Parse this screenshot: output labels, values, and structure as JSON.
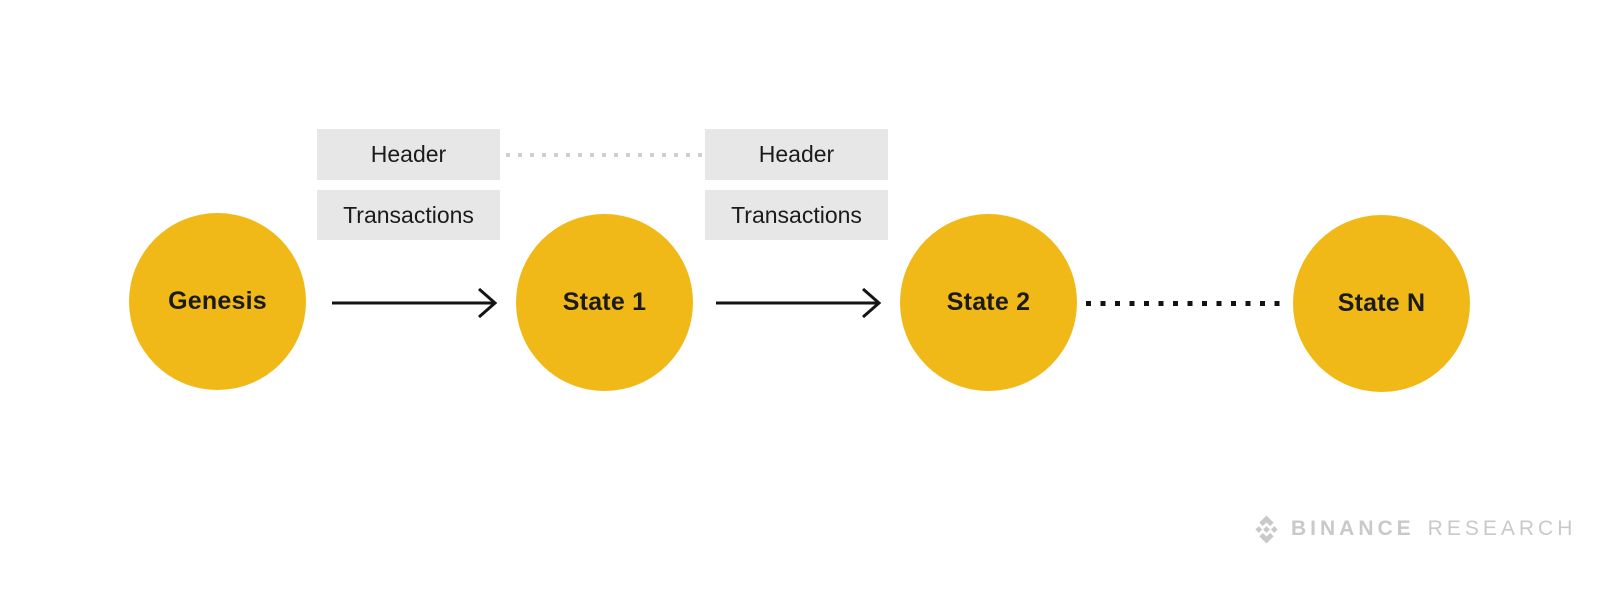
{
  "diagram": {
    "nodes": [
      {
        "id": "genesis",
        "label": "Genesis"
      },
      {
        "id": "state-1",
        "label": "State 1"
      },
      {
        "id": "state-2",
        "label": "State 2"
      },
      {
        "id": "state-n",
        "label": "State N"
      }
    ],
    "blocks": [
      {
        "header": "Header",
        "transactions": "Transactions"
      },
      {
        "header": "Header",
        "transactions": "Transactions"
      }
    ],
    "connectors": [
      {
        "type": "solid-arrow",
        "from": "genesis",
        "to": "state-1"
      },
      {
        "type": "solid-arrow",
        "from": "state-1",
        "to": "state-2"
      },
      {
        "type": "dotted-black-line",
        "from": "state-2",
        "to": "state-n"
      },
      {
        "type": "dotted-gray-line",
        "from": "block-1-header",
        "to": "block-2-header"
      }
    ],
    "colors": {
      "node_fill": "#F0B917",
      "node_text": "#1B1B1B",
      "box_fill": "#E7E7E7",
      "box_text": "#1B1B1B",
      "arrow": "#141414",
      "dotted_gray": "#CFCFCF",
      "brand_gray": "#C9C9C9"
    }
  },
  "footer": {
    "logo": {
      "icon": "binance-diamond-icon",
      "brand": "BINANCE",
      "suffix": "RESEARCH"
    }
  }
}
